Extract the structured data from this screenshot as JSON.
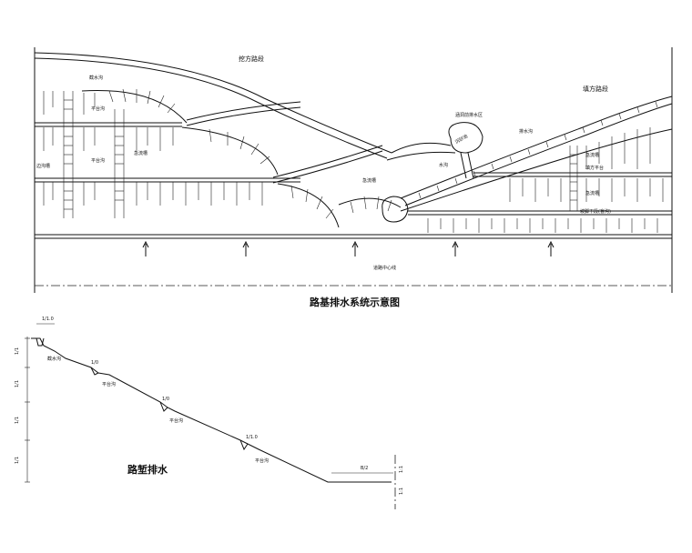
{
  "plan": {
    "title": "路基排水系统示意图",
    "labels": {
      "cut_section": "挖方路段",
      "fill_section": "填方路段",
      "intercept_ditch": "截水沟",
      "platform_ditch": "平台沟",
      "chute": "急流槽",
      "side_ditch_left": "边沟槽",
      "platform_ditch_2": "平台沟",
      "culvert_drain": "涵洞前排水区",
      "settling": "沉砂池",
      "drain_channel": "排水沟",
      "water_ditch": "水沟",
      "chute_2": "急流槽",
      "chute_3": "急流槽",
      "fill_platform": "填方平台",
      "slope_toe": "坡脚下段(盲沟)",
      "culvert_ditch": "急流槽",
      "road_centerline": "道路中心线"
    }
  },
  "section": {
    "title": "路堑排水",
    "labels": {
      "top_dim": "1/1.0",
      "intercept": "截水沟",
      "step1_dim": "1/0",
      "step1": "平台沟",
      "step2_dim": "1/0",
      "step2": "平台沟",
      "step3_dim": "1/1.0",
      "step3": "平台沟",
      "road_dim": "B/2",
      "h1": "1/1",
      "h2": "1/1",
      "h3": "1/1",
      "h4": "1/1",
      "r1": "1:1",
      "r2": "1:1"
    }
  }
}
